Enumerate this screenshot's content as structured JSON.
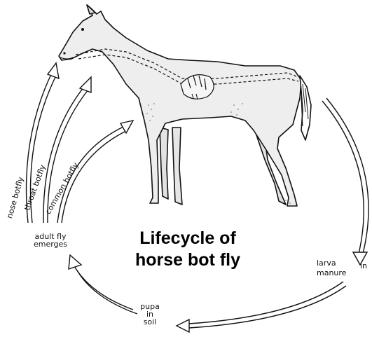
{
  "title": {
    "line1": "Lifecycle of",
    "line2": "horse bot fly"
  },
  "labels": {
    "nose_botfly": "nose botfly",
    "throat_botfly": "throat botfly",
    "common_botfly": "common botfly",
    "adult_fly_line1": "adult fly",
    "adult_fly_line2": "emerges",
    "larva_line1": "larva",
    "larva_line2": "in",
    "larva_line3": "manure",
    "pupa_line1": "pupa",
    "pupa_line2": "in",
    "pupa_line3": "soil"
  },
  "colors": {
    "ink": "#111111",
    "horse_fill": "#eeeeee",
    "arrow_fill": "#ffffff"
  }
}
